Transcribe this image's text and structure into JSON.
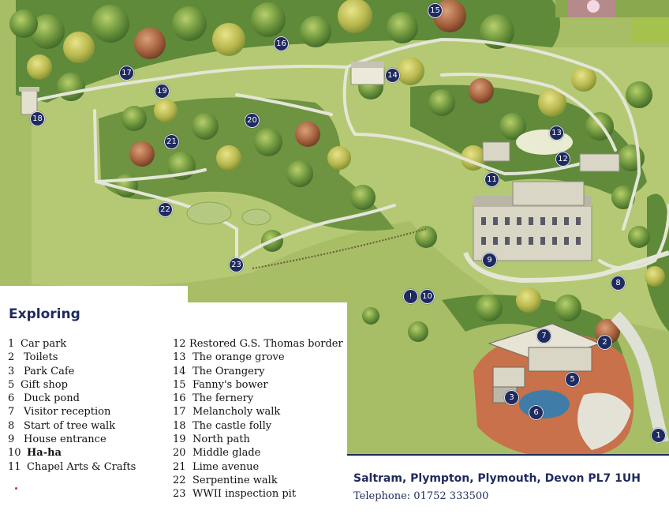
{
  "legend": {
    "title": "Exploring",
    "items": [
      {
        "num": "1",
        "label": "Car park",
        "bold": false
      },
      {
        "num": "2",
        "label": "Toilets",
        "bold": false
      },
      {
        "num": "3",
        "label": "Park Cafe",
        "bold": false
      },
      {
        "num": "5",
        "label": "Gift shop",
        "bold": false
      },
      {
        "num": "6",
        "label": "Duck pond",
        "bold": false
      },
      {
        "num": "7",
        "label": "Visitor reception",
        "bold": false
      },
      {
        "num": "8",
        "label": "Start of tree walk",
        "bold": false
      },
      {
        "num": "9",
        "label": "House entrance",
        "bold": false
      },
      {
        "num": "10",
        "label": "Ha-ha",
        "bold": true
      },
      {
        "num": "11",
        "label": "Chapel Arts & Crafts",
        "bold": false
      },
      {
        "num": "12",
        "label": "Restored G.S. Thomas border",
        "bold": false
      },
      {
        "num": "13",
        "label": "The orange grove",
        "bold": false
      },
      {
        "num": "14",
        "label": "The Orangery",
        "bold": false
      },
      {
        "num": "15",
        "label": "Fanny's bower",
        "bold": false
      },
      {
        "num": "16",
        "label": "The fernery",
        "bold": false
      },
      {
        "num": "17",
        "label": "Melancholy walk",
        "bold": false
      },
      {
        "num": "18",
        "label": "The castle folly",
        "bold": false
      },
      {
        "num": "19",
        "label": "North path",
        "bold": false
      },
      {
        "num": "20",
        "label": "Middle glade",
        "bold": false
      },
      {
        "num": "21",
        "label": "Lime avenue",
        "bold": false
      },
      {
        "num": "22",
        "label": "Serpentine walk",
        "bold": false
      },
      {
        "num": "23",
        "label": "WWII inspection pit",
        "bold": false
      }
    ]
  },
  "markers": [
    "1",
    "2",
    "3",
    "5",
    "6",
    "7",
    "8",
    "9",
    "10",
    "11",
    "12",
    "13",
    "14",
    "15",
    "16",
    "17",
    "18",
    "19",
    "20",
    "21",
    "22",
    "23",
    "!"
  ],
  "address": "Saltram, Plympton, Plymouth, Devon PL7 1UH",
  "telephone": "Telephone: 01752 333500",
  "colors": {
    "navy": "#1f2a5e",
    "grass": "#a9c06a",
    "grass_dark": "#8aa84e",
    "path": "#e4e6d8",
    "trees": "#5f8a3a"
  }
}
